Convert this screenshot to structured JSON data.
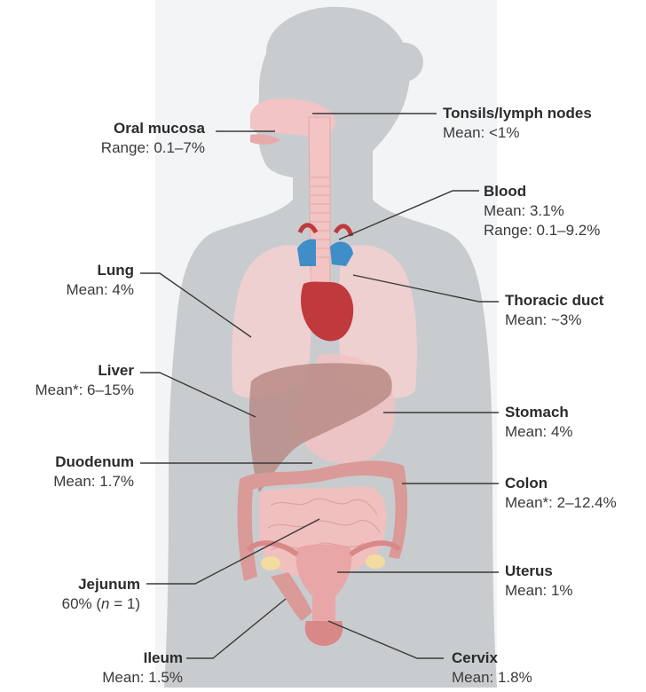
{
  "labels": {
    "oral_mucosa": {
      "name": "Oral mucosa",
      "value": "Range: 0.1–7%"
    },
    "tonsils": {
      "name": "Tonsils/lymph nodes",
      "value": "Mean: <1%"
    },
    "blood": {
      "name": "Blood",
      "value": "Mean: 3.1%",
      "value2": "Range: 0.1–9.2%"
    },
    "lung": {
      "name": "Lung",
      "value": "Mean: 4%"
    },
    "thoracic_duct": {
      "name": "Thoracic duct",
      "value": "Mean: ~3%"
    },
    "liver": {
      "name": "Liver",
      "value": "Mean*: 6–15%"
    },
    "stomach": {
      "name": "Stomach",
      "value": "Mean: 4%"
    },
    "duodenum": {
      "name": "Duodenum",
      "value": "Mean: 1.7%"
    },
    "colon": {
      "name": "Colon",
      "value": "Mean*: 2–12.4%"
    },
    "jejunum": {
      "name": "Jejunum",
      "value_pre": "60% (",
      "value_n": "n",
      "value_post": " = 1)"
    },
    "uterus": {
      "name": "Uterus",
      "value": "Mean: 1%"
    },
    "ileum": {
      "name": "Ileum",
      "value": "Mean: 1.5%"
    },
    "cervix": {
      "name": "Cervix",
      "value": "Mean: 1.8%"
    }
  },
  "colors": {
    "silhouette": "#c9cccf",
    "organ_pink": "#f2c4c4",
    "organ_dark": "#d99a98",
    "heart": "#c0393c",
    "vessel_blue": "#3f8ec8",
    "liver": "#b98b86",
    "leader_line": "#3a3a3a"
  }
}
